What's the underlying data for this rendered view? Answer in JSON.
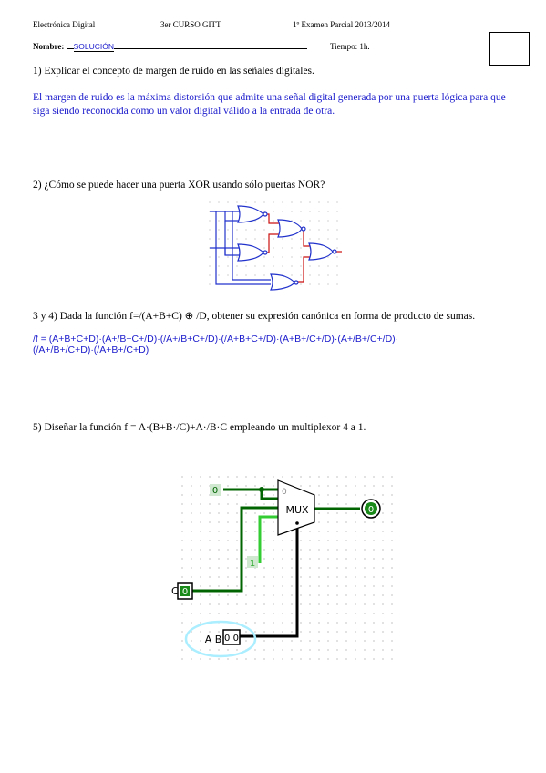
{
  "header": {
    "subject": "Electrónica Digital",
    "course": "3er CURSO GITT",
    "exam": "1º Examen Parcial 2013/2014",
    "name_label": "Nombre:",
    "name_value": "SOLUCIÓN",
    "time_label": "Tiempo: 1h."
  },
  "q1": {
    "question": "1) Explicar el concepto de margen de ruido en las señales digitales.",
    "answer": "El margen de ruido es la máxima distorsión que admite una señal digital generada por una puerta lógica para que siga siendo reconocida como un valor digital válido a la entrada de otra."
  },
  "q2": {
    "question": "2) ¿Cómo se puede hacer una puerta XOR usando sólo puertas NOR?"
  },
  "q34": {
    "question": "3 y 4) Dada la función  f=/(A+B+C) ⊕ /D, obtener su expresión canónica en forma de producto de sumas.",
    "answer_line1": "/f = (A+B+C+D)·(A+/B+C+/D)·(/A+/B+C+/D)·(/A+B+C+/D)·(A+B+/C+/D)·(A+/B+/C+/D)·",
    "answer_line2": "(/A+/B+/C+D)·(/A+B+/C+D)"
  },
  "q5": {
    "question": "5) Diseñar la función f = A·(B+B·/C)+A·/B·C empleando un multiplexor 4 a 1.",
    "const0": "0",
    "const1": "1",
    "mux_label": "MUX",
    "mux_in0": "0",
    "input_c_label": "C",
    "input_c_value": "0",
    "input_ab_label": "A B",
    "input_ab_value": "0 0",
    "output_value": "0",
    "mux_sel_dot": "0"
  },
  "colors": {
    "answer_blue": "#1a1acc",
    "wire_dark_green": "#006400",
    "wire_light_green": "#33cc33",
    "nor_blue_wire": "#2233cc",
    "nor_red_wire": "#cc1111",
    "ellipse_cyan": "#aaeeff"
  }
}
